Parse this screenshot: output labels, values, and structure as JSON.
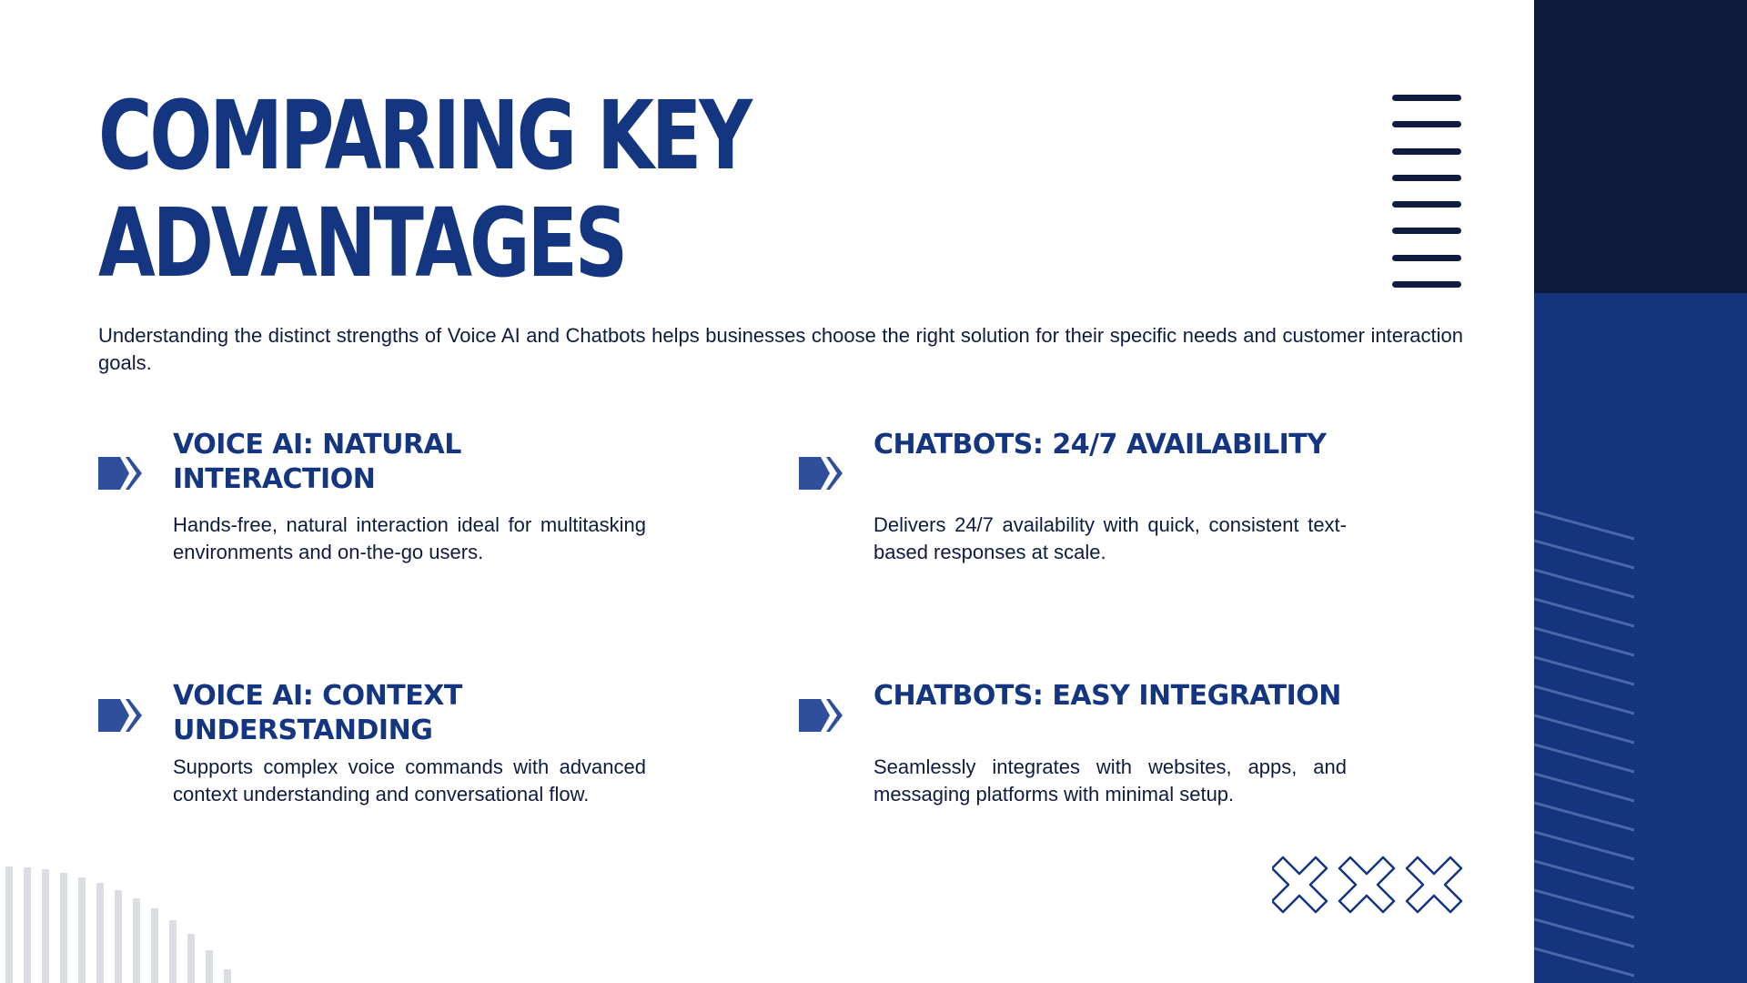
{
  "title": {
    "line1": "COMPARING KEY",
    "line2": "ADVANTAGES"
  },
  "intro": "Understanding the distinct strengths of Voice AI and Chatbots helps businesses choose the right solution for their specific needs and customer interaction goals.",
  "cards": [
    {
      "heading_line1": "VOICE AI: NATURAL",
      "heading_line2": "INTERACTION",
      "body": "Hands-free, natural interaction ideal for multitasking environments and on-the-go users."
    },
    {
      "heading_line1": "CHATBOTS: 24/7 AVAILABILITY",
      "heading_line2": "",
      "body": "Delivers 24/7 availability with quick, consistent text-based responses at scale."
    },
    {
      "heading_line1": "VOICE AI: CONTEXT",
      "heading_line2": "UNDERSTANDING",
      "body": "Supports complex voice commands with advanced context understanding and conversational flow."
    },
    {
      "heading_line1": "CHATBOTS: EASY INTEGRATION",
      "heading_line2": "",
      "body": "Seamlessly integrates with websites, apps, and messaging platforms with minimal setup."
    }
  ],
  "icons": {
    "bullet": "double-chevron-right-icon",
    "menu_lines": "horizontal-lines-icon",
    "x_marks": "x-marks-icon"
  },
  "colors": {
    "primary": "#14357f",
    "dark_navy": "#0e1a3a",
    "accent_arrow": "#2f4f9c",
    "text": "#0f1c3f"
  }
}
